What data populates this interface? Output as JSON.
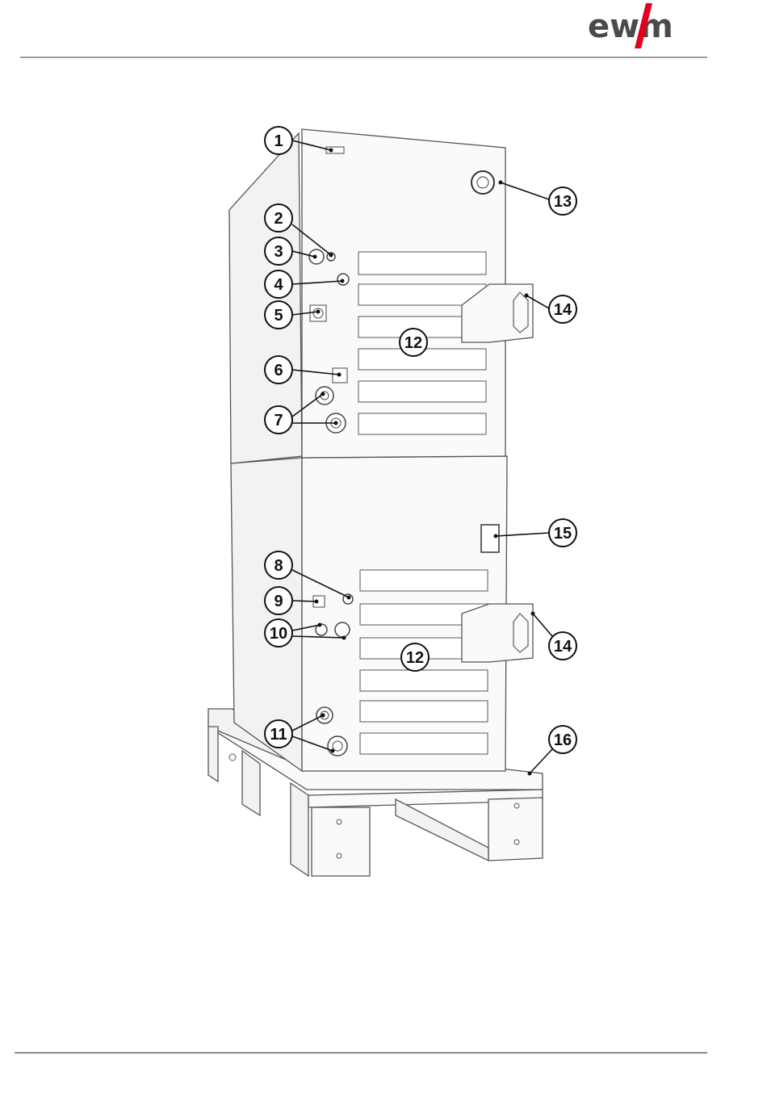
{
  "header": {
    "logo_text": "ewm",
    "logo_slash_color": "#e2001a"
  },
  "figure": {
    "callouts": [
      {
        "label": "1"
      },
      {
        "label": "2"
      },
      {
        "label": "3"
      },
      {
        "label": "4"
      },
      {
        "label": "5"
      },
      {
        "label": "6"
      },
      {
        "label": "7"
      },
      {
        "label": "8"
      },
      {
        "label": "9"
      },
      {
        "label": "10"
      },
      {
        "label": "11"
      },
      {
        "label": "12"
      },
      {
        "label": "12"
      },
      {
        "label": "13"
      },
      {
        "label": "14"
      },
      {
        "label": "14"
      },
      {
        "label": "15"
      },
      {
        "label": "16"
      }
    ]
  }
}
